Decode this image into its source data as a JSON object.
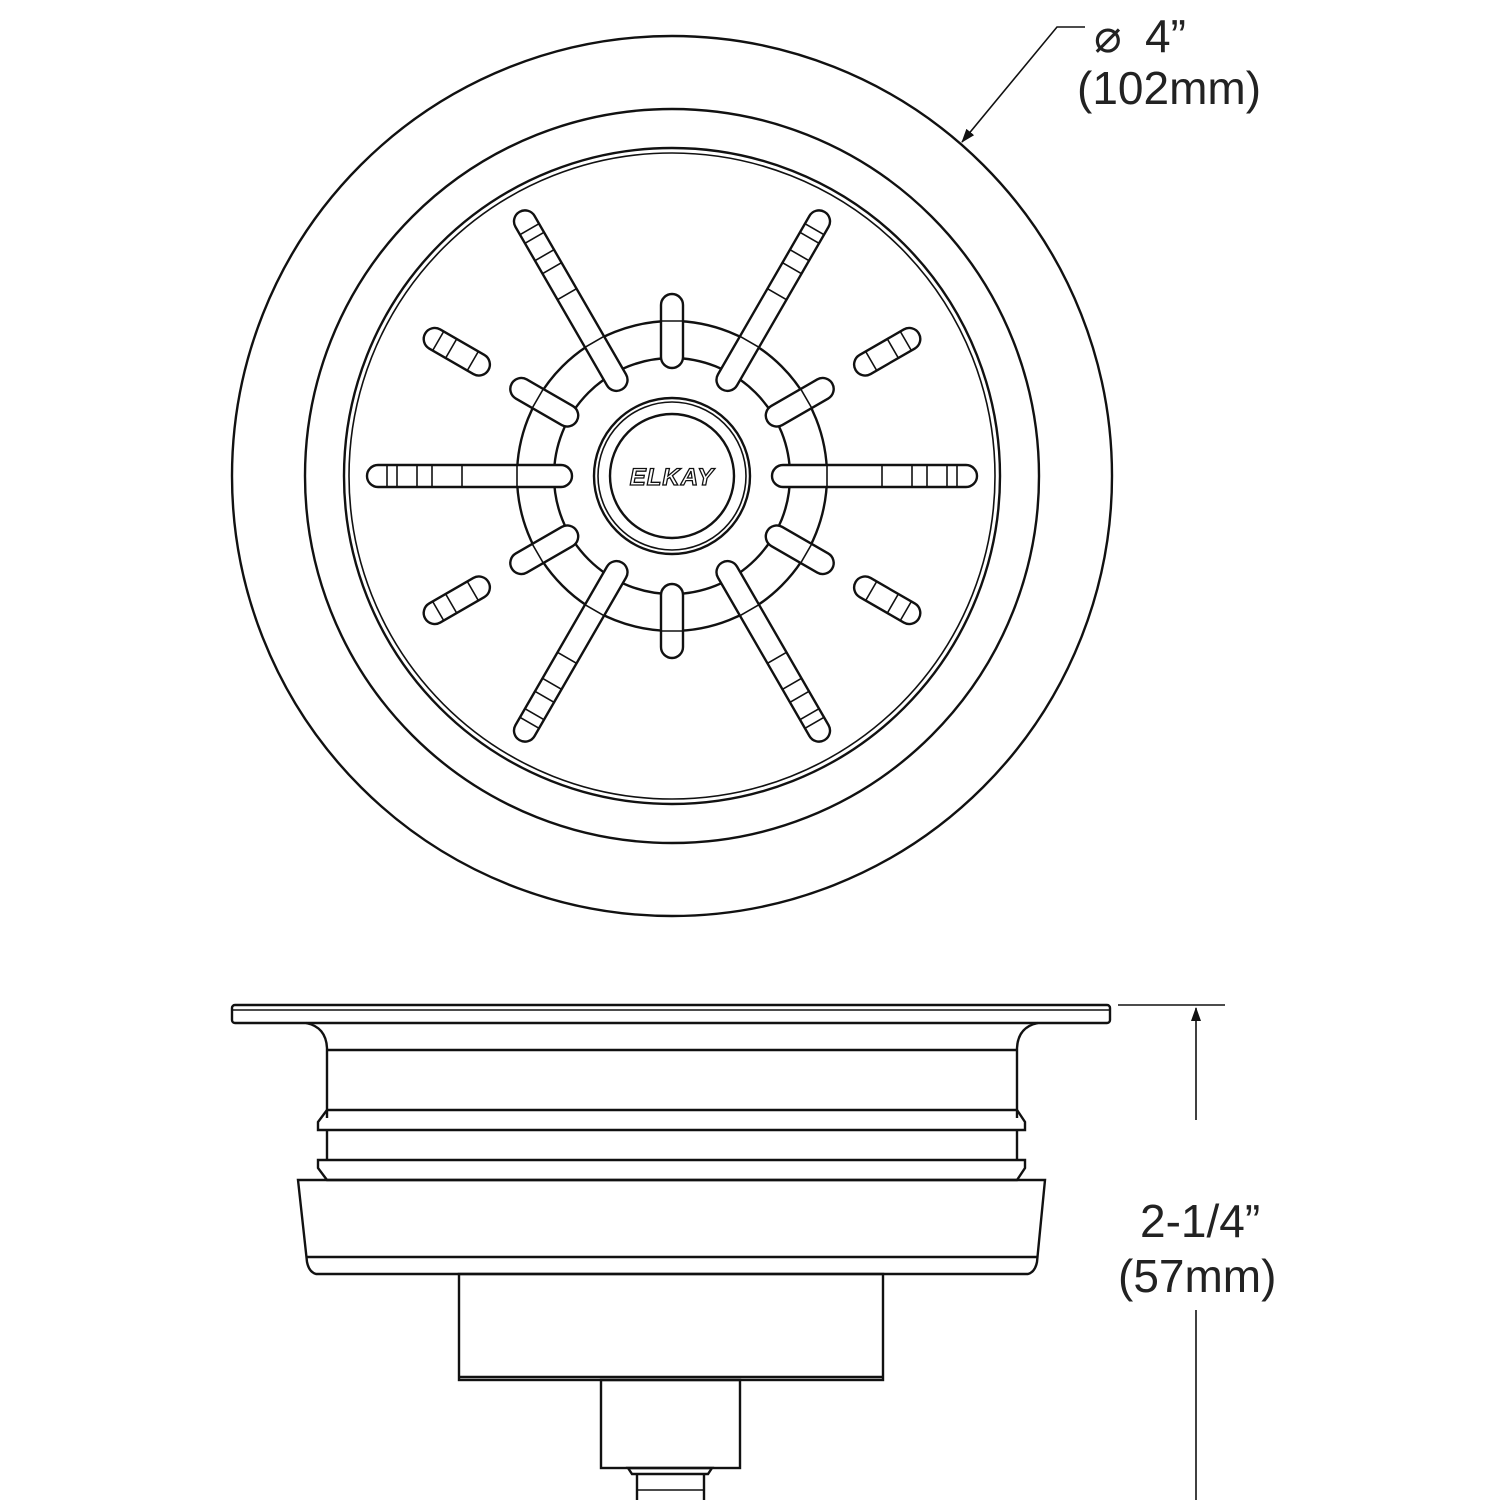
{
  "top_view": {
    "logo_text": "ELKAY",
    "diameter_symbol": "⌀",
    "diameter_in": "4”",
    "diameter_mm": "(102mm)"
  },
  "side_view": {
    "height_in": "2-1/4”",
    "height_mm": "(57mm)"
  },
  "colors": {
    "line": "#111111",
    "background": "#ffffff"
  }
}
